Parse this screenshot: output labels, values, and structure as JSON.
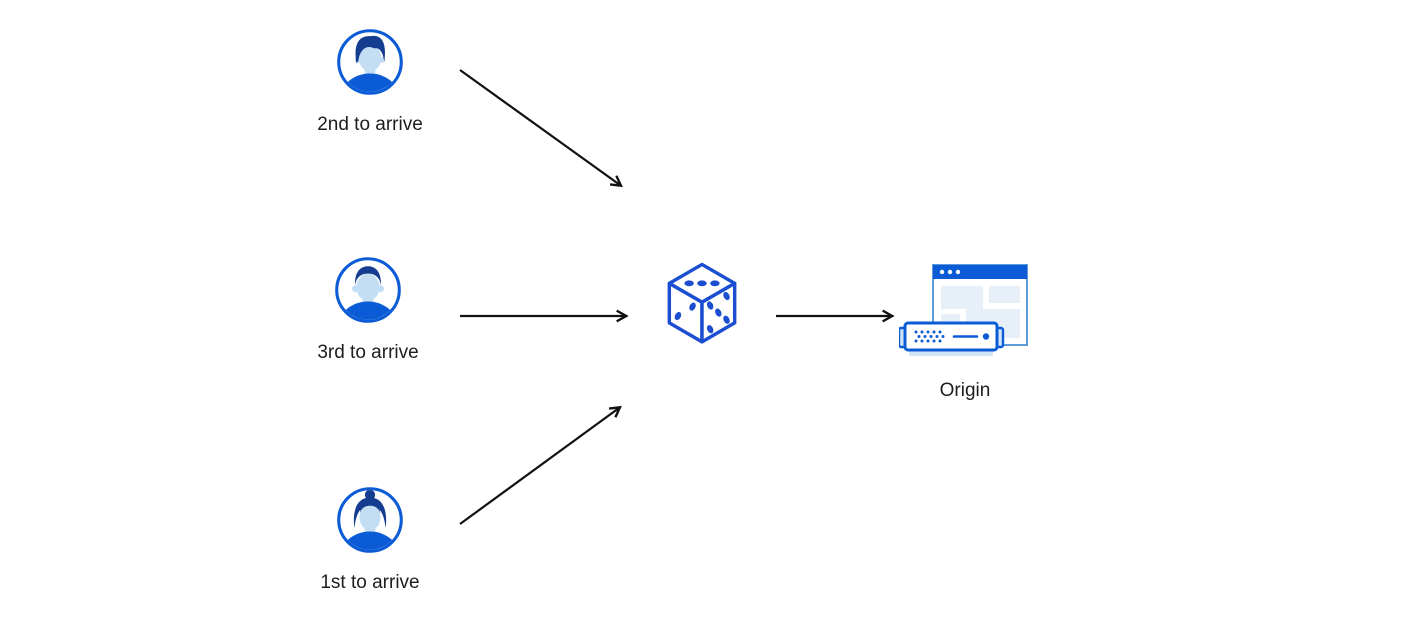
{
  "page": {
    "background_color": "#ffffff"
  },
  "diagram": {
    "users": [
      {
        "id": "second",
        "label": "2nd to arrive",
        "icon": "user-avatar-man-swept-hair-icon"
      },
      {
        "id": "third",
        "label": "3rd to arrive",
        "icon": "user-avatar-man-short-hair-icon"
      },
      {
        "id": "first",
        "label": "1st to arrive",
        "icon": "user-avatar-woman-bun-icon"
      }
    ],
    "randomizer": {
      "icon": "dice-icon"
    },
    "origin": {
      "label": "Origin",
      "icon": "origin-server-browser-icon"
    },
    "edges": [
      {
        "from": "user-second",
        "to": "randomizer"
      },
      {
        "from": "user-third",
        "to": "randomizer"
      },
      {
        "from": "user-first",
        "to": "randomizer"
      },
      {
        "from": "randomizer",
        "to": "origin"
      }
    ],
    "colors": {
      "primary_blue": "#0b5bd6",
      "dark_navy": "#143c8f",
      "face_blue": "#c3def2",
      "panel_blue": "#e7f0f9",
      "light_blue": "#cfe4f6",
      "dice_blue": "#1b4ed0",
      "window_border": "#5e9ad6",
      "arrow_black": "#111111",
      "text": "#1d1d1f",
      "background": "#ffffff"
    }
  }
}
